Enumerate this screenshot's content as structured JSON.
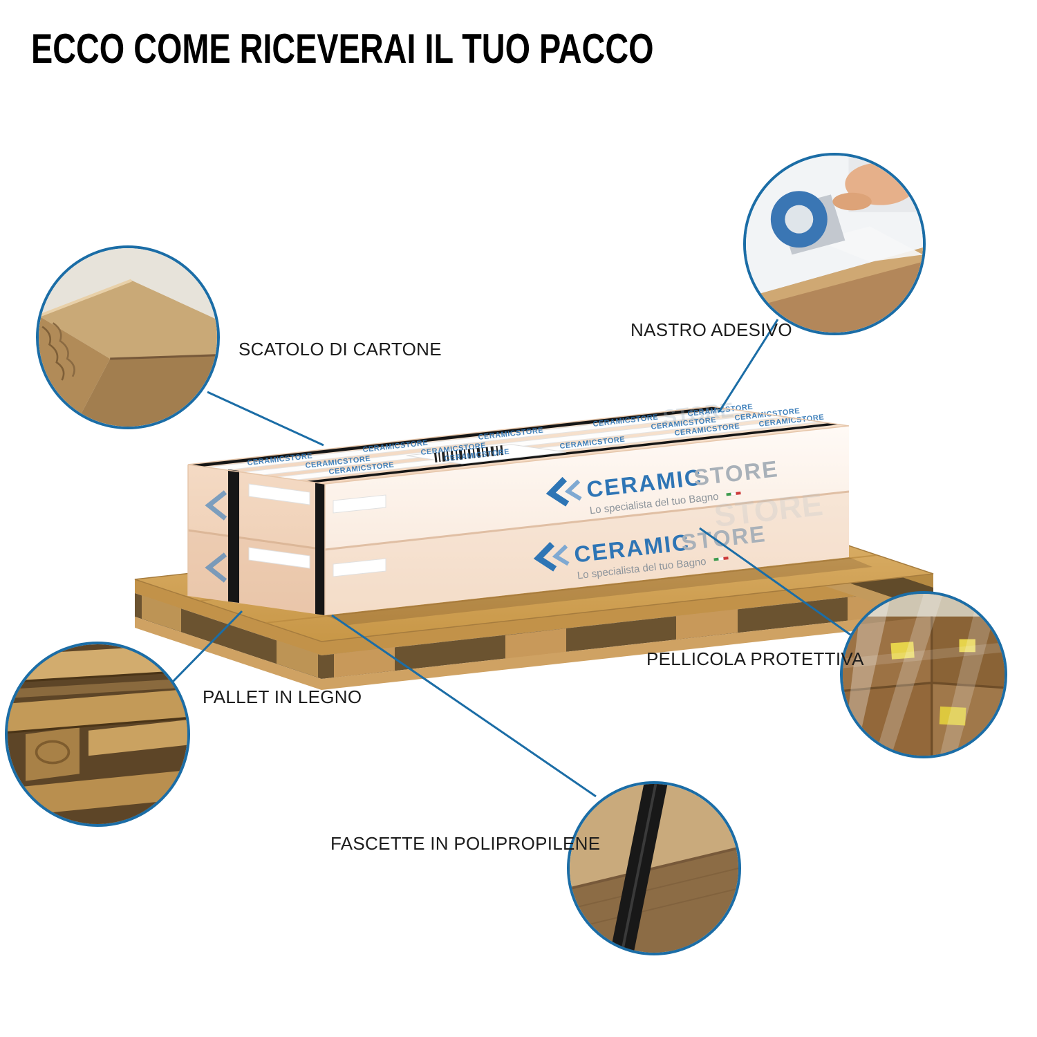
{
  "title": "ECCO COME RICEVERAI IL TUO PACCO",
  "callouts": [
    {
      "id": "scatolo",
      "label": "SCATOLO DI CARTONE",
      "photo": "cardboard-box-corner"
    },
    {
      "id": "nastro",
      "label": "NASTRO ADESIVO",
      "photo": "tape-dispenser"
    },
    {
      "id": "pallet",
      "label": "PALLET IN LEGNO",
      "photo": "wooden-pallet"
    },
    {
      "id": "pellicola",
      "label": "PELLICOLA PROTETTIVA",
      "photo": "shrink-wrap"
    },
    {
      "id": "fascette",
      "label": "FASCETTE IN POLIPROPILENE",
      "photo": "strap-on-box"
    }
  ],
  "package": {
    "brand": "CERAMIC",
    "brand_suffix": "STORE",
    "tagline": "Lo specialista del tuo Bagno",
    "tape_logo_text": "CERAMICSTORE"
  },
  "colors": {
    "accent_blue": "#1b6da6",
    "logo_blue": "#2e75b5",
    "logo_gray": "#a9b1b9",
    "box_top": "#f6e0cc",
    "box_front": "#fdf4ee",
    "box_end": "#f1d2ba",
    "pallet_wood": "#d0a05a",
    "strap_black": "#161616",
    "tape_white": "#ffffff"
  }
}
